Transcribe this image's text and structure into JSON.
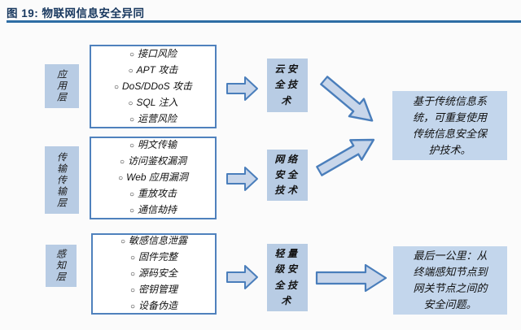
{
  "figure": {
    "title": "图 19: 物联网信息安全异同"
  },
  "bullet": "○",
  "layers": [
    {
      "name": "应用层",
      "risks": [
        "接口风险",
        "APT 攻击",
        "DoS/DDoS 攻击",
        "SQL 注入",
        "运营风险"
      ],
      "technology": "云安全技术"
    },
    {
      "name": "传输传输层",
      "risks": [
        "明文传输",
        "访问鉴权漏洞",
        "Web 应用漏洞",
        "重放攻击",
        "通信劫持"
      ],
      "technology": "网络安全技术"
    },
    {
      "name": "感知层",
      "risks": [
        "敏感信息泄露",
        "固件完整",
        "源码安全",
        "密钥管理",
        "设备伪造"
      ],
      "technology": "轻量级安全技术"
    }
  ],
  "annotations": {
    "top": "基于传统信息系统，可重复使用传统信息安全保护技术。",
    "bottom": "最后一公里：从终端感知节点到网关节点之间的安全问题。"
  },
  "colors": {
    "title_text": "#17375e",
    "title_rule": "#2e6da4",
    "box_border": "#4f81bd",
    "panel_fill": "#b8cce4",
    "note_fill": "#c3d6ec",
    "arrow_fill": "#c8d6ea",
    "arrow_stroke": "#4a7ebb"
  }
}
